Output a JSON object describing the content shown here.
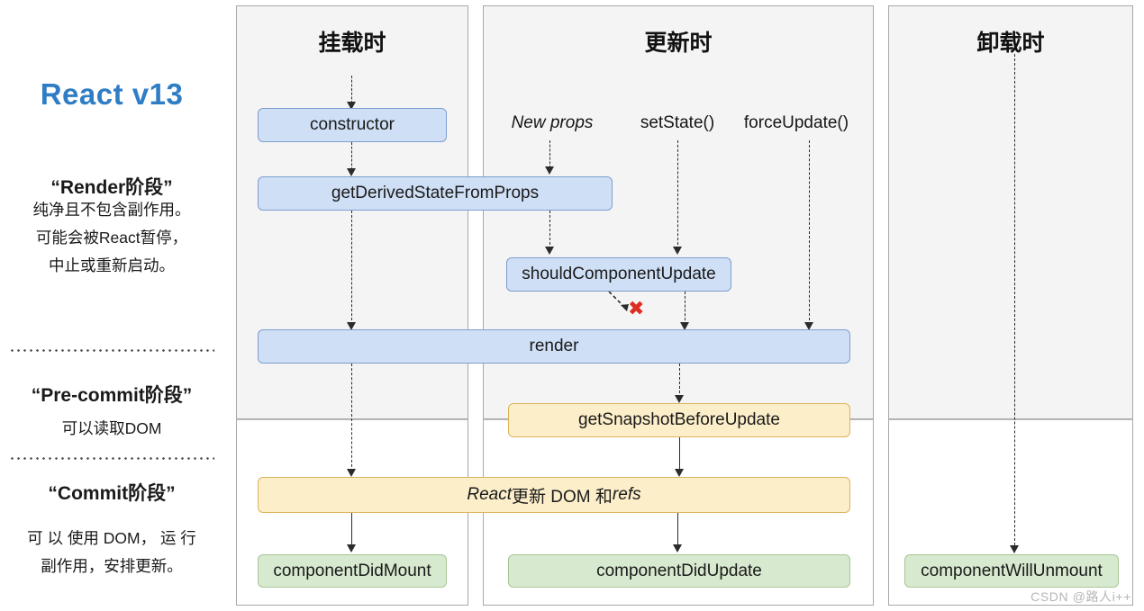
{
  "legend": {
    "title": "React v13",
    "phases": [
      {
        "name": "render-phase",
        "heading": "“Render阶段”",
        "lines": [
          "纯净且不包含副作用。",
          "可能会被React暂停，",
          "中止或重新启动。"
        ]
      },
      {
        "name": "pre-commit-phase",
        "heading": "“Pre-commit阶段”",
        "lines": [
          "可以读取DOM"
        ]
      },
      {
        "name": "commit-phase",
        "heading": "“Commit阶段”",
        "lines": [
          "可 以 使用 DOM， 运 行",
          "副作用，安排更新。"
        ]
      }
    ]
  },
  "columns": [
    {
      "name": "mounting",
      "title": "挂载时"
    },
    {
      "name": "updating",
      "title": "更新时"
    },
    {
      "name": "unmounting",
      "title": "卸载时"
    }
  ],
  "triggers": [
    {
      "name": "new-props",
      "label": "New props",
      "italic": true
    },
    {
      "name": "set-state",
      "label": "setState()",
      "italic": false
    },
    {
      "name": "force-update",
      "label": "forceUpdate()",
      "italic": false
    }
  ],
  "nodes": {
    "constructor": "constructor",
    "get_derived_state_from_props": "getDerivedStateFromProps",
    "should_component_update": "shouldComponentUpdate",
    "render": "render",
    "get_snapshot_before_update": "getSnapshotBeforeUpdate",
    "react_updates_dom": {
      "pre": "React",
      "mid": "更新 DOM 和 ",
      "post": "refs"
    },
    "component_did_mount": "componentDidMount",
    "component_did_update": "componentDidUpdate",
    "component_will_unmount": "componentWillUnmount"
  },
  "markers": {
    "skip_render_x": "✖"
  },
  "watermark": "CSDN @路人i++",
  "colors": {
    "brand": "#2f7dc4",
    "node_blue_fill": "#cfdff5",
    "node_blue_border": "#7d9fcf",
    "node_amber_fill": "#fceec9",
    "node_amber_border": "#dbb45c",
    "node_green_fill": "#d7e9cf",
    "node_green_border": "#a6c795",
    "panel_fill": "#f4f4f4",
    "panel_border": "#a8a8a8",
    "x_mark": "#e02b20"
  }
}
